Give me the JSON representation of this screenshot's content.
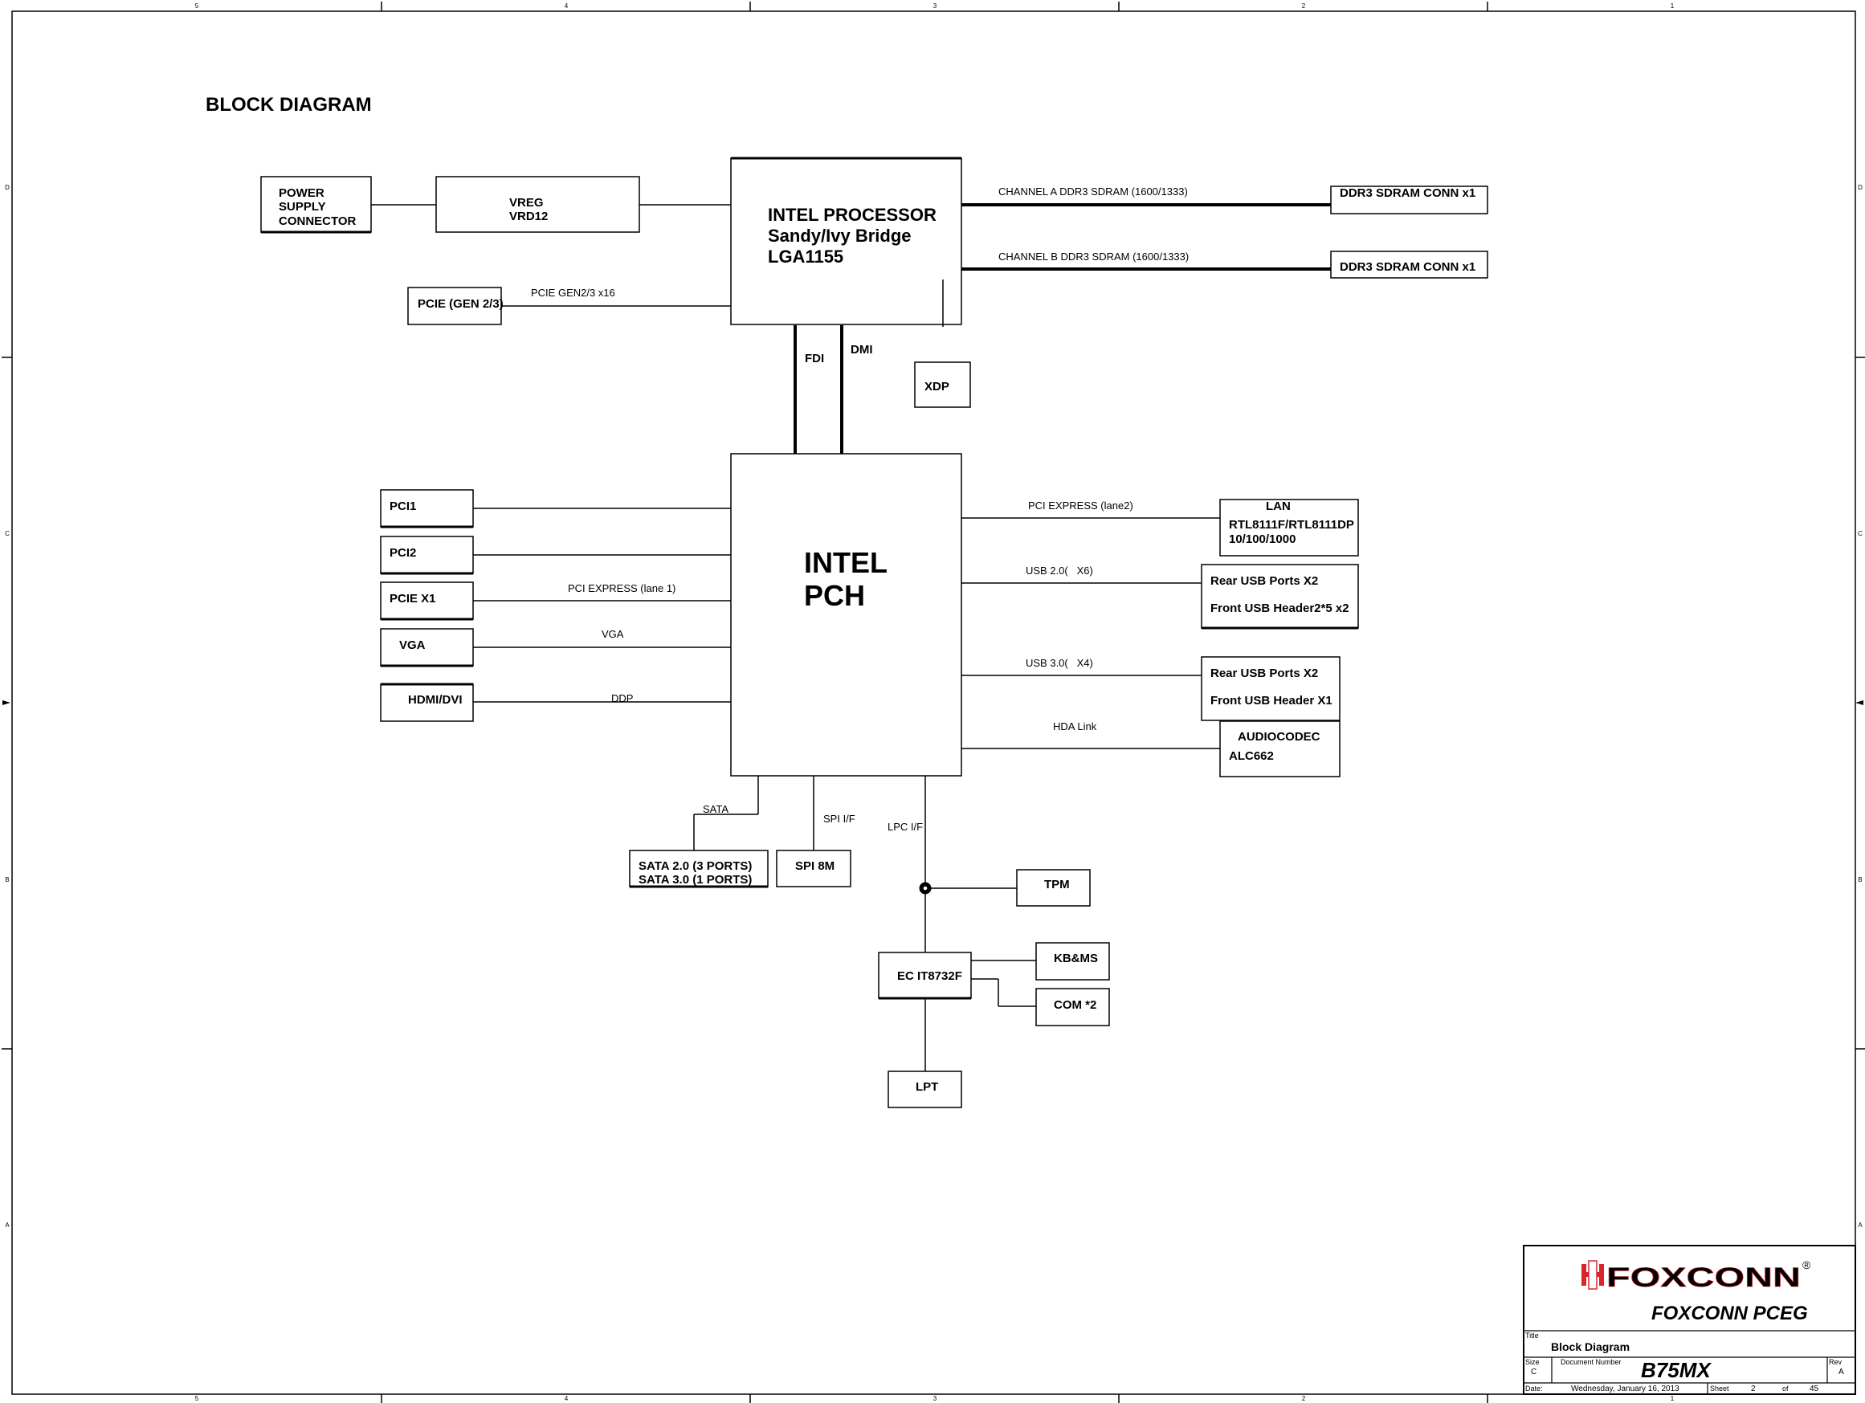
{
  "title": "BLOCK DIAGRAM",
  "border": {
    "top_numbers": [
      "5",
      "4",
      "3",
      "2",
      "1"
    ],
    "bottom_numbers": [
      "5",
      "4",
      "3",
      "2",
      "1"
    ],
    "side_letters": [
      "D",
      "C",
      "B",
      "A"
    ]
  },
  "blocks": {
    "power": [
      "POWER",
      "SUPPLY",
      "CONNECTOR"
    ],
    "vreg": [
      "VREG",
      "VRD12"
    ],
    "cpu": [
      "INTEL PROCESSOR",
      "Sandy/Ivy Bridge",
      "LGA1155"
    ],
    "ddr3_a": "DDR3 SDRAM CONN x1",
    "ddr3_b": "DDR3 SDRAM CONN x1",
    "pcie_gen": "PCIE (GEN 2/3)",
    "xdp": "XDP",
    "pch": [
      "INTEL",
      "PCH"
    ],
    "pci1": "PCI1",
    "pci2": "PCI2",
    "pcie_x1": "PCIE X1",
    "vga": "VGA",
    "hdmi": "HDMI/DVI",
    "lan": [
      "LAN",
      "RTL8111F/RTL8111DP",
      "10/100/1000"
    ],
    "usb2": [
      "Rear USB Ports X2",
      "Front USB Header2*5 x2"
    ],
    "usb3": [
      "Rear USB Ports X2",
      "Front USB Header X1"
    ],
    "audio": [
      "AUDIOCODEC",
      "ALC662"
    ],
    "sata": [
      "SATA 2.0 (3 PORTS)",
      "SATA 3.0 (1 PORTS)"
    ],
    "spi": "SPI 8M",
    "tpm": "TPM",
    "ec": "EC IT8732F",
    "kbms": "KB&MS",
    "com": "COM *2",
    "lpt": "LPT"
  },
  "links": {
    "ch_a": "CHANNEL A DDR3 SDRAM (1600/1333)",
    "ch_b": "CHANNEL B DDR3 SDRAM (1600/1333)",
    "pcie_gen23": "PCIE GEN2/3 x16",
    "fdi": "FDI",
    "dmi": "DMI",
    "pcie_lane2": "PCI EXPRESS (lane2)",
    "pcie_lane1": "PCI EXPRESS (lane 1)",
    "vga": "VGA",
    "ddp": "DDP",
    "usb2": "USB 2.0(   X6)",
    "usb3": "USB 3.0(   X4)",
    "hda": "HDA Link",
    "sata": "SATA",
    "spi": "SPI I/F",
    "lpc": "LPC I/F"
  },
  "titleblock": {
    "logo": "FOXCONN",
    "registered": "®",
    "company": "FOXCONN PCEG",
    "title_label": "Title",
    "title_value": "Block Diagram",
    "size_label": "Size",
    "size_value": "C",
    "docnum_label": "Document Number",
    "docnum_value": "B75MX",
    "rev_label": "Rev",
    "rev_value": "A",
    "date_label": "Date:",
    "date_value": "Wednesday, January 16, 2013",
    "sheet_label": "Sheet",
    "sheet_value": "2",
    "of_label": "of",
    "of_value": "45"
  },
  "colors": {
    "ink": "#000000",
    "logo_red": "#d9262c",
    "docnum_blue": "#1f3fd0"
  }
}
